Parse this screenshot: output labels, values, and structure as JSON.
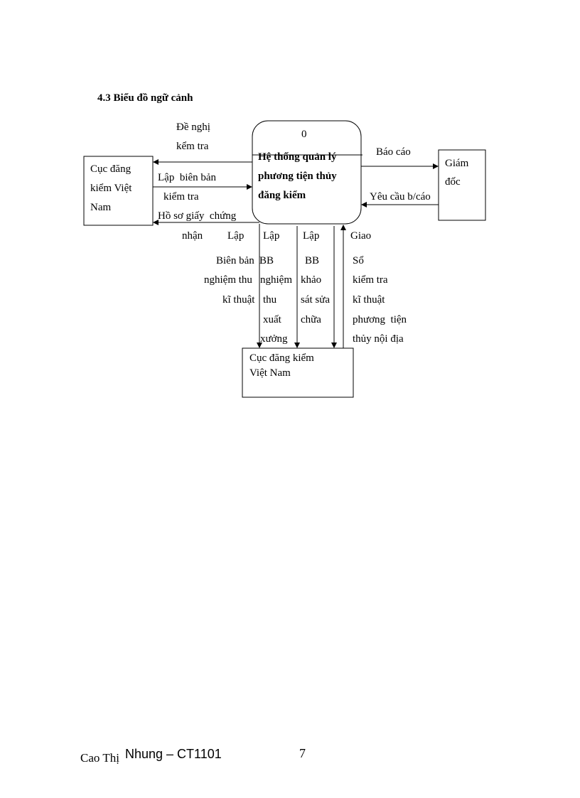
{
  "heading": "4.3 Biểu đồ ngữ cảnh",
  "diagram": {
    "process": {
      "number": "0",
      "lines": [
        "Hệ thống quản lý",
        "phương tiện thủy",
        "đăng kiểm"
      ]
    },
    "entity_left": {
      "lines": [
        "Cục đăng",
        "kiểm Việt",
        "Nam"
      ]
    },
    "entity_right": {
      "lines": [
        "Giám",
        "đốc"
      ]
    },
    "entity_bottom": {
      "lines": [
        "Cục đăng kiểm",
        "Việt Nam"
      ]
    },
    "flows": {
      "de_nghi": [
        "Đề nghị",
        "kểm tra"
      ],
      "lap_bien_ban": [
        "Lập  biên bản",
        "kiểm tra"
      ],
      "ho_so": [
        "Hồ sơ giấy  chứng",
        "nhận"
      ],
      "bao_cao": "Báo cáo",
      "yeu_cau": "Yêu cầu b/cáo",
      "bb_nghiem_thu_kt": [
        "Lập",
        "Biên bản",
        "nghiệm thu",
        "kĩ thuật"
      ],
      "bb_nghiem_thu_xx": [
        "Lập",
        "BB",
        "nghiệm",
        "thu",
        "xuất",
        "xưởng"
      ],
      "bb_khao_sat": [
        "Lập",
        "BB",
        "khảo",
        "sát sửa",
        "chữa"
      ],
      "so_kiem_tra": [
        "Giao",
        "Sổ",
        "kiểm tra",
        "kĩ thuật",
        "phương  tiện",
        "thủy nội địa"
      ]
    }
  },
  "footer": {
    "author_a": "Cao Thị",
    "author_b": "Nhung – CT1101",
    "page_number": "7"
  }
}
